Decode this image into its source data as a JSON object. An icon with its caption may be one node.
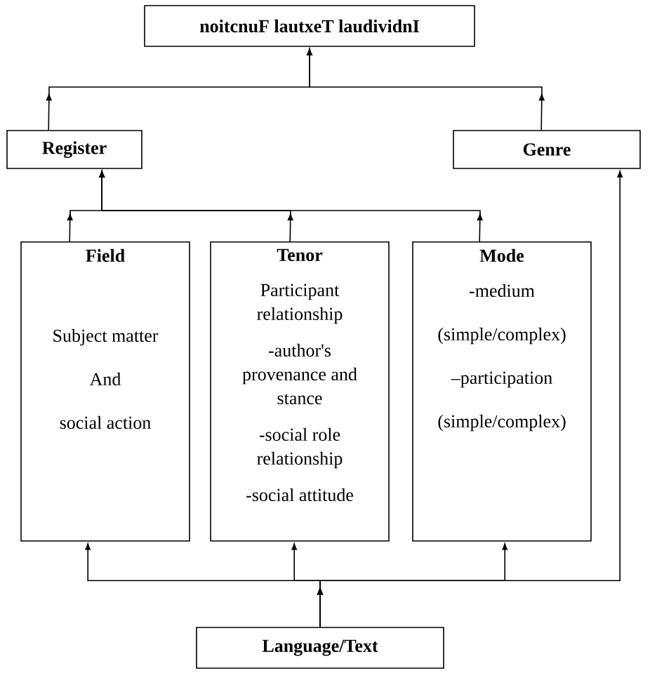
{
  "diagram": {
    "nodes": [
      {
        "text": [
          "noitcnuF lautxeT laudividnI"
        ]
      },
      {
        "text": [
          "Register"
        ]
      },
      {
        "text": [
          "Genre"
        ]
      },
      {
        "text": [
          "Field",
          "Subject matter",
          "And",
          "social action"
        ]
      },
      {
        "text": [
          "Tenor",
          "Participant relationship",
          "-author's provenance and stance",
          "-social role relationship",
          "-social attitude"
        ]
      },
      {
        "text": [
          "Mode",
          "-medium",
          "(simple/complex)",
          "–participation",
          "(simple/complex)"
        ]
      },
      {
        "text": [
          "Language/Text"
        ]
      }
    ],
    "edges": [
      {
        "from": 1,
        "to": 0,
        "arrow": "to"
      },
      {
        "from": 2,
        "to": 0,
        "arrow": "to"
      },
      {
        "from": 3,
        "to": 1,
        "arrow": "to"
      },
      {
        "from": 4,
        "to": 1,
        "arrow": "to"
      },
      {
        "from": 5,
        "to": 1,
        "arrow": "to"
      },
      {
        "from": 6,
        "to": 3,
        "arrow": "to"
      },
      {
        "from": 6,
        "to": 4,
        "arrow": "to"
      },
      {
        "from": 6,
        "to": 5,
        "arrow": "to"
      },
      {
        "from": 6,
        "to": 2,
        "arrow": "to"
      }
    ]
  }
}
